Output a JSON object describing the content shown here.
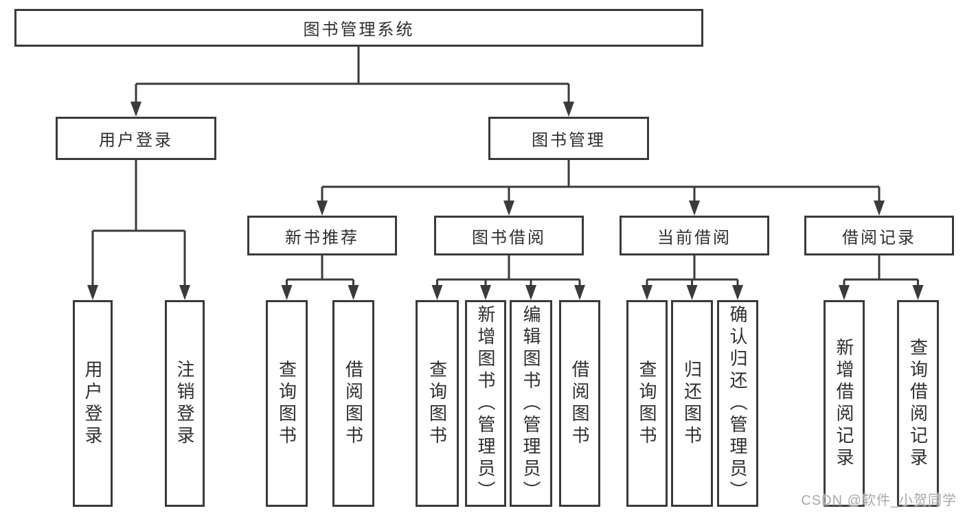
{
  "diagram": {
    "root": {
      "label": "图书管理系统"
    },
    "children": [
      {
        "label": "用户登录",
        "children": [
          {
            "label": "用户登录"
          },
          {
            "label": "注销登录"
          }
        ]
      },
      {
        "label": "图书管理",
        "children": [
          {
            "label": "新书推荐",
            "children": [
              {
                "label": "查询图书"
              },
              {
                "label": "借阅图书"
              }
            ]
          },
          {
            "label": "图书借阅",
            "children": [
              {
                "label": "查询图书"
              },
              {
                "label": "新增图书（管理员）"
              },
              {
                "label": "编辑图书（管理员）"
              },
              {
                "label": "借阅图书"
              }
            ]
          },
          {
            "label": "当前借阅",
            "children": [
              {
                "label": "查询图书"
              },
              {
                "label": "归还图书"
              },
              {
                "label": "确认归还（管理员）"
              }
            ]
          },
          {
            "label": "借阅记录",
            "children": [
              {
                "label": "新增借阅记录"
              },
              {
                "label": "查询借阅记录"
              }
            ]
          }
        ]
      }
    ]
  },
  "watermark": {
    "text": "CSDN @软件_小贺同学"
  },
  "colors": {
    "line": "#3a3a3a",
    "box_border": "#3a3a3a",
    "text": "#2e2e2e",
    "watermark": "#a8a8a8",
    "background": "#ffffff"
  }
}
